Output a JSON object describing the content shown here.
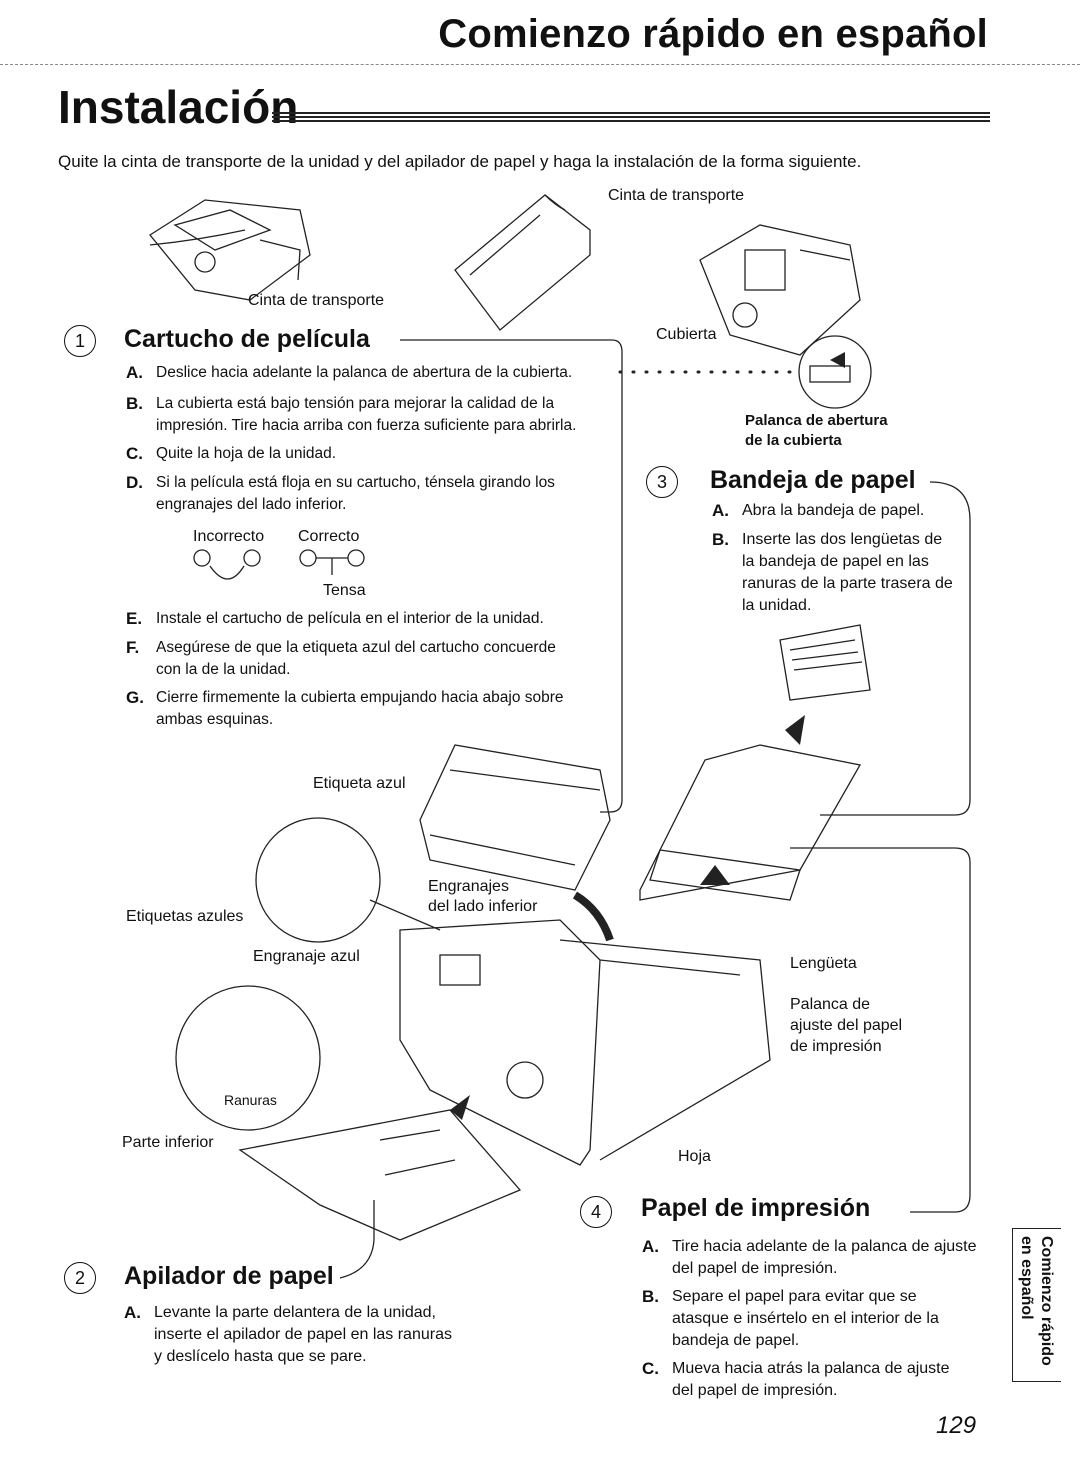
{
  "header": {
    "title": "Comienzo rápido en español"
  },
  "section_title": "Instalación",
  "intro": "Quite la cinta de transporte de la unidad y del apilador de papel y haga la instalación de la forma siguiente.",
  "labels": {
    "cinta_top": "Cinta de transporte",
    "cinta_left": "Cinta de transporte",
    "cubierta": "Cubierta",
    "palanca_abertura": "Palanca de abertura",
    "palanca_abertura2": "de la cubierta",
    "incorrecto": "Incorrecto",
    "correcto": "Correcto",
    "tensa": "Tensa",
    "etiqueta_azul": "Etiqueta azul",
    "engranajes": "Engranajes",
    "engranajes2": "del lado inferior",
    "etiquetas_azules": "Etiquetas azules",
    "engranaje_azul": "Engranaje azul",
    "ranuras": "Ranuras",
    "parte_inferior": "Parte inferior",
    "lengueta": "Lengüeta",
    "palanca_ajuste1": "Palanca de",
    "palanca_ajuste2": "ajuste del papel",
    "palanca_ajuste3": "de impresión",
    "hoja": "Hoja"
  },
  "sections": {
    "cartucho": {
      "num": "1",
      "title": "Cartucho de película",
      "items": [
        {
          "letter": "A.",
          "text": "Deslice hacia adelante la palanca de abertura de la cubierta."
        },
        {
          "letter": "B.",
          "text": "La cubierta está bajo tensión para mejorar la calidad de la impresión. Tire hacia arriba con fuerza suficiente para abrirla."
        },
        {
          "letter": "C.",
          "text": "Quite la hoja de la unidad."
        },
        {
          "letter": "D.",
          "text": "Si la película está floja en su cartucho, ténsela girando los engranajes del lado inferior."
        },
        {
          "letter": "E.",
          "text": "Instale el cartucho de película en el interior de la unidad."
        },
        {
          "letter": "F.",
          "text": "Asegúrese de que la etiqueta azul del cartucho concuerde con la de la unidad."
        },
        {
          "letter": "G.",
          "text": "Cierre firmemente la cubierta empujando hacia abajo sobre ambas esquinas."
        }
      ]
    },
    "apilador": {
      "num": "2",
      "title": "Apilador de papel",
      "items": [
        {
          "letter": "A.",
          "text": "Levante la parte delantera de la unidad, inserte el apilador de papel en las ranuras y deslícelo hasta que se pare."
        }
      ]
    },
    "bandeja": {
      "num": "3",
      "title": "Bandeja de papel",
      "items": [
        {
          "letter": "A.",
          "text": "Abra la bandeja de papel."
        },
        {
          "letter": "B.",
          "text": "Inserte las dos lengüetas de la bandeja de papel en las ranuras de la parte trasera de la unidad."
        }
      ]
    },
    "papel": {
      "num": "4",
      "title": "Papel de impresión",
      "items": [
        {
          "letter": "A.",
          "text": "Tire hacia adelante de la palanca de ajuste del papel de impresión."
        },
        {
          "letter": "B.",
          "text": "Separe el papel para evitar que se atasque e insértelo en el interior de la bandeja de papel."
        },
        {
          "letter": "C.",
          "text": "Mueva hacia atrás la palanca de ajuste del papel de impresión."
        }
      ]
    }
  },
  "side_tab": "Comienzo rápido en español",
  "page_number": "129"
}
